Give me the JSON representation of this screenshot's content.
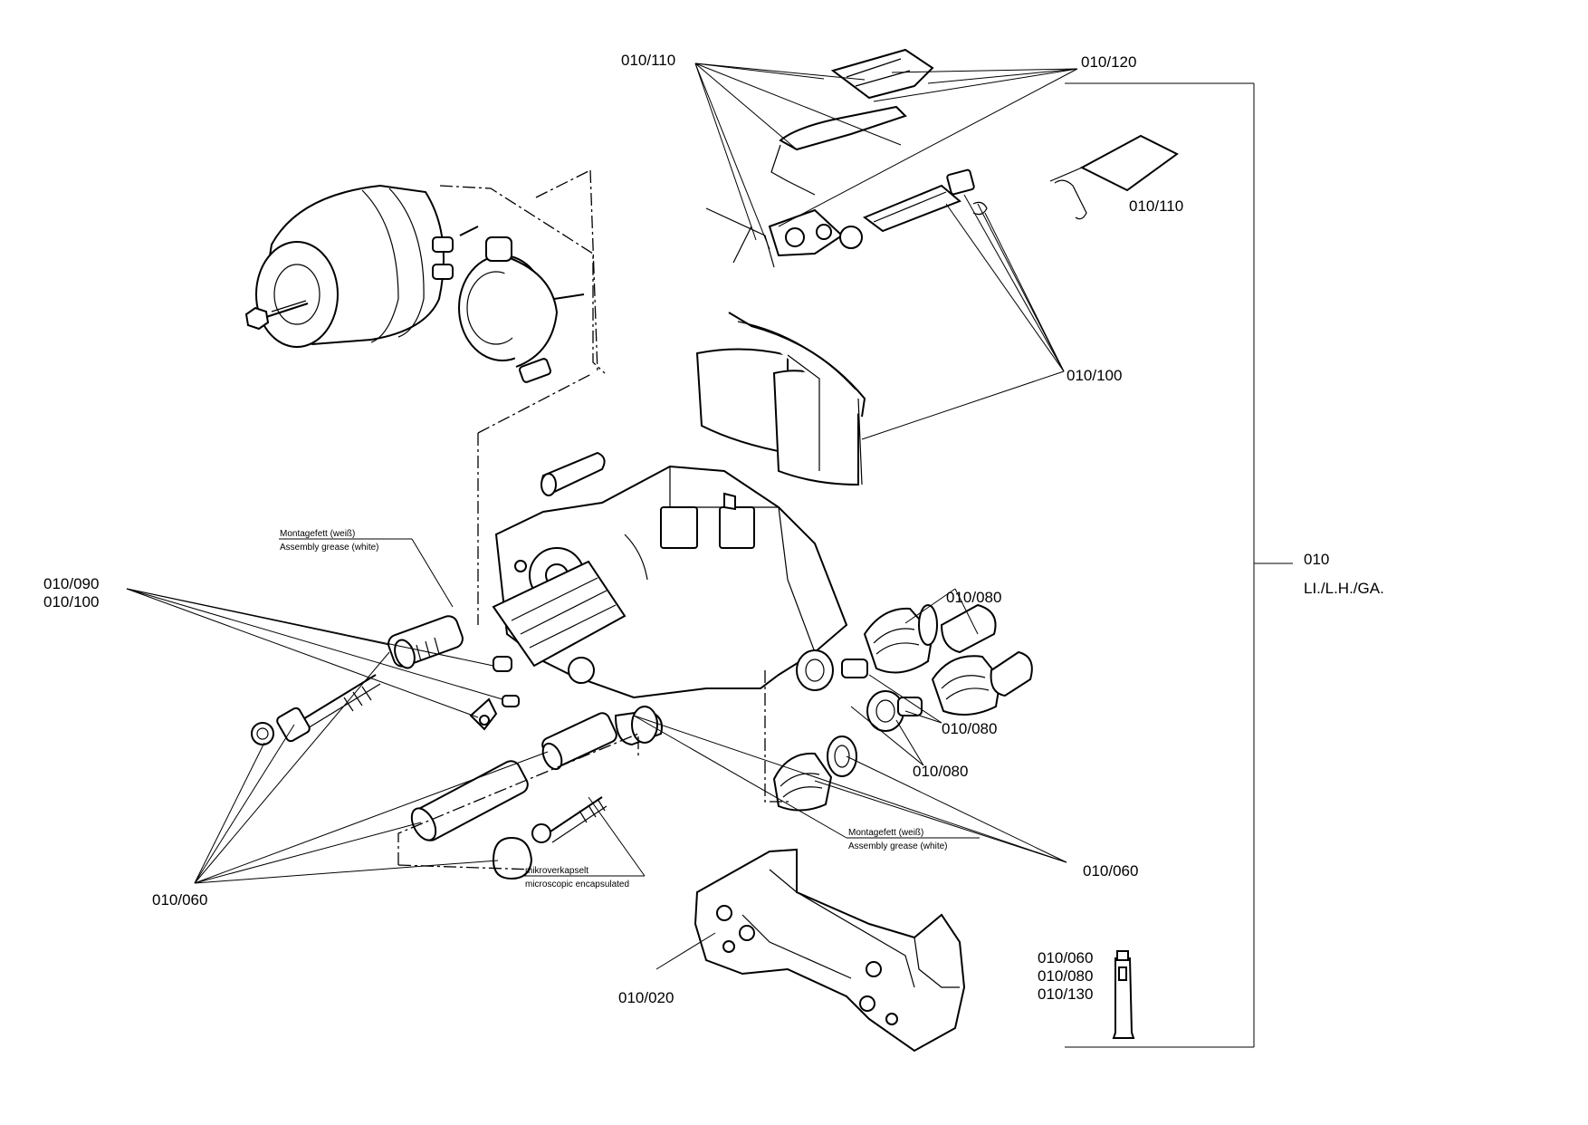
{
  "labels": {
    "c110_top": "010/110",
    "c120": "010/120",
    "c110_right": "010/110",
    "c100_right": "010/100",
    "c090": "010/090",
    "c100_left": "010/100",
    "c080_a": "010/080",
    "c080_b": "010/080",
    "c080_c": "010/080",
    "c060_left": "010/060",
    "c060_right": "010/060",
    "c020": "010/020",
    "assembly_code": "010",
    "assembly_side": "LI./L.H./GA.",
    "tube_060": "010/060",
    "tube_080": "010/080",
    "tube_130": "010/130"
  },
  "notes": {
    "grease1_de": "Montagefett (weiß)",
    "grease1_en": "Assembly grease (white)",
    "grease2_de": "Montagefett (weiß)",
    "grease2_en": "Assembly grease (white)",
    "micro_de": "mikroverkapselt",
    "micro_en": "microscopic encapsulated"
  }
}
